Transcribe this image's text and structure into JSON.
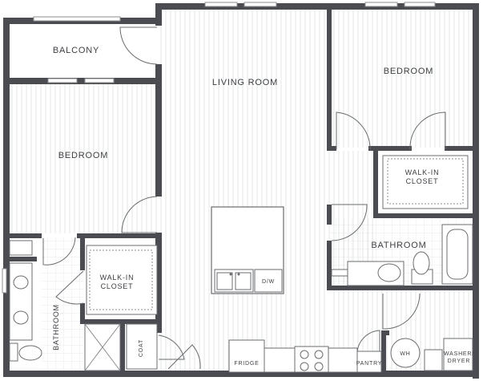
{
  "rooms": {
    "balcony": "BALCONY",
    "living_room": "LIVING ROOM",
    "bedroom_left": "BEDROOM",
    "bedroom_right": "BEDROOM",
    "walkin_closet_left_1": "WALK-IN",
    "walkin_closet_left_2": "CLOSET",
    "walkin_closet_right_1": "WALK-IN",
    "walkin_closet_right_2": "CLOSET",
    "bathroom_left": "BATHROOM",
    "bathroom_right": "BATHROOM"
  },
  "fixtures": {
    "dishwasher": "D/W",
    "fridge": "FRIDGE",
    "pantry": "PANTRY",
    "coat": "COAT",
    "water_heater": "WH",
    "washer_dryer_1": "WASHER/",
    "washer_dryer_2": "DRYER"
  }
}
